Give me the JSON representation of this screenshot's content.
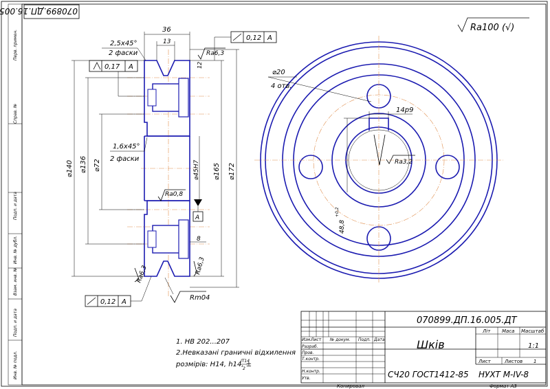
{
  "drawing": {
    "top_left_code": "070899.ДП.16.005.ДТ",
    "roughness_general": "Ra100 (√)",
    "left_margin_labels": [
      "Перв. примен.",
      "Справ. №",
      "Подп. и дата",
      "Инв. № дубл.",
      "Взам. инв. №",
      "Подп. и дата",
      "Инв. № подл."
    ]
  },
  "section_view": {
    "dim_width": "36",
    "dim_groove": "13",
    "chamfer_outer": "2,5x45°",
    "chamfer_outer_count": "2 фаски",
    "chamfer_inner": "1,6x45°",
    "chamfer_inner_count": "2 фаски",
    "tol_top": [
      "0,12",
      "A"
    ],
    "tol_left": [
      "0,17",
      "A"
    ],
    "tol_bottom": [
      "0,12",
      "A"
    ],
    "rough_top": "Ra6,3",
    "rough_bore": "Ra0,8",
    "rough_left_bottom": "Ra6,3",
    "rough_right_bottom": "Ra6,3",
    "rough_groove": "Rm04",
    "dim_top_small": "12",
    "dim_bottom_small": "8",
    "d_140": "⌀140",
    "d_136": "⌀136",
    "d_72": "⌀72",
    "d_45": "⌀45H7",
    "d_165": "⌀165",
    "d_172": "⌀172",
    "datum": "A"
  },
  "front_view": {
    "holes_dia": "⌀20",
    "holes_count": "4 отв.",
    "key_width": "14p9",
    "key_depth": "48,8",
    "key_depth_tol": "+0,2",
    "rough_key": "Ra3,2"
  },
  "notes": {
    "line1": "1. HB 202...207",
    "line2": "2.Невказані граничні відхилення",
    "line3": "розмірів: H14, h14, ±",
    "line3_frac_num": "IT14",
    "line3_frac_den": "2"
  },
  "title_block": {
    "doc_code": "070899.ДП.16.005.ДТ",
    "part_name": "Шків",
    "material": "СЧ20 ГОСТ1412-85",
    "org": "НУХТ М-IV-8",
    "col_lit": "Літ",
    "col_mass": "Маса",
    "col_scale": "Масштаб",
    "scale_value": "1:1",
    "sheet_label": "Лист",
    "sheets_label": "Листов",
    "sheets_value": "1",
    "row_labels": [
      "Изм.",
      "Лист",
      "№ докум.",
      "Подп.",
      "Дата"
    ],
    "roles": [
      "Разраб.",
      "Пров.",
      "Т.контр.",
      "",
      "Н.контр.",
      "Утв."
    ],
    "copied": "Копировал",
    "format": "Формат   А3"
  }
}
